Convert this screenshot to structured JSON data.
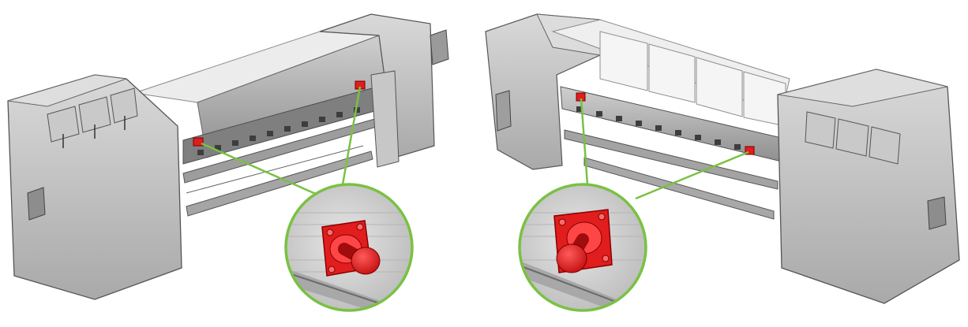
{
  "figure": {
    "views": [
      {
        "id": "front-view",
        "label": ""
      },
      {
        "id": "rear-view",
        "label": ""
      }
    ],
    "callout": {
      "subject": "emergency-stop-button",
      "count": 4
    },
    "colors": {
      "body": "#b9b9b9",
      "body_dark": "#8d8d8d",
      "body_light": "#d6d6d6",
      "outline": "#555555",
      "accent_red": "#e11d1d",
      "callout_green": "#7ac143",
      "background": "#ffffff"
    }
  }
}
